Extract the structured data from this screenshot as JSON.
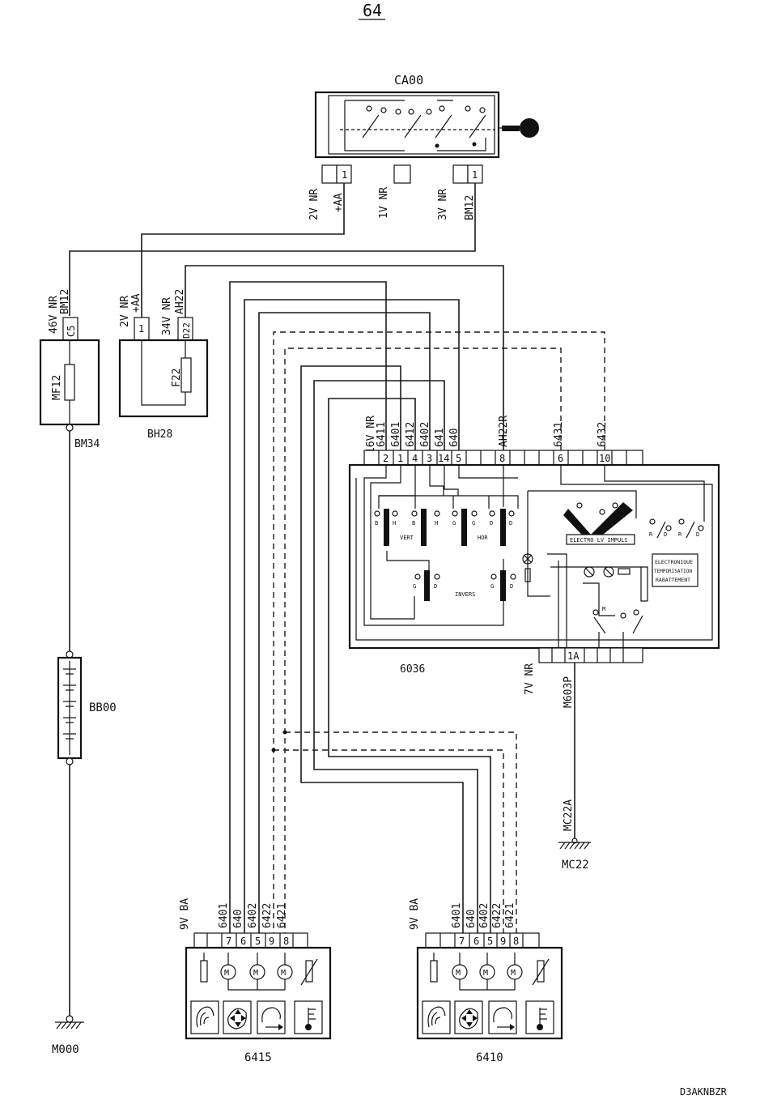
{
  "page_number": "64",
  "reference": "D3AKNBZR",
  "components": {
    "ignition_switch": {
      "id": "CA00"
    },
    "fuse_box_maxi": {
      "id": "MF12",
      "connector": "C5",
      "terminal": "BM34"
    },
    "fuse_box_bh28": {
      "id": "BH28",
      "fuse": "F22",
      "pin_1": "1",
      "pin_2": "D22"
    },
    "battery": {
      "id": "BB00"
    },
    "ground_main": {
      "id": "M000"
    },
    "ground_mc22": {
      "id": "MC22",
      "wire": "MC22A"
    },
    "mirror_control": {
      "id": "6036",
      "labels": [
        "VERT",
        "HOR",
        "INVERS",
        "ELECTRO LV IMPULS",
        "ELECTRONIQUE",
        "TEMPORISATION",
        "RABATTEMENT"
      ],
      "switch_letters": [
        "B",
        "H",
        "B",
        "H",
        "G",
        "G",
        "D",
        "D",
        "G",
        "D",
        "G",
        "D",
        "R",
        "D",
        "R",
        "D",
        "M"
      ]
    },
    "mirror_left": {
      "id": "6415",
      "connector": "9V BA",
      "pins": [
        "7",
        "6",
        "5",
        "9",
        "8"
      ],
      "wires": [
        "6401",
        "640",
        "6402",
        "6422",
        "6421"
      ]
    },
    "mirror_right": {
      "id": "6410",
      "connector": "9V BA",
      "pins": [
        "7",
        "6",
        "5",
        "9",
        "8"
      ],
      "wires": [
        "6401",
        "640",
        "6402",
        "6422",
        "6421"
      ]
    }
  },
  "labels": {
    "ca00_conn_a": "2V NR",
    "ca00_wire_a": "+AA",
    "ca00_conn_b": "1V NR",
    "ca00_conn_c": "3V NR",
    "ca00_wire_c": "BM12",
    "ca00_pin": "1",
    "mf12_conn": "46V NR",
    "mf12_wire": "BM12",
    "bh28_conn_a": "2V NR",
    "bh28_wire_a": "+AA",
    "bh28_conn_b": "34V NR",
    "bh28_wire_b": "AH22",
    "ctrl_conn": "16V NR",
    "ctrl_wires": [
      "6411",
      "6401",
      "6412",
      "6402",
      "641",
      "640",
      "AH22R",
      "6431",
      "6432"
    ],
    "ctrl_pins": [
      "2",
      "1",
      "4",
      "3",
      "14",
      "5",
      "8",
      "6",
      "10"
    ],
    "ctrl_gnd_conn": "7V NR",
    "ctrl_gnd_pin": "1A",
    "ctrl_gnd_wire": "M603P",
    "motor_symbol": "M"
  },
  "colors": {
    "ink": "#111111",
    "paper": "#ffffff"
  }
}
